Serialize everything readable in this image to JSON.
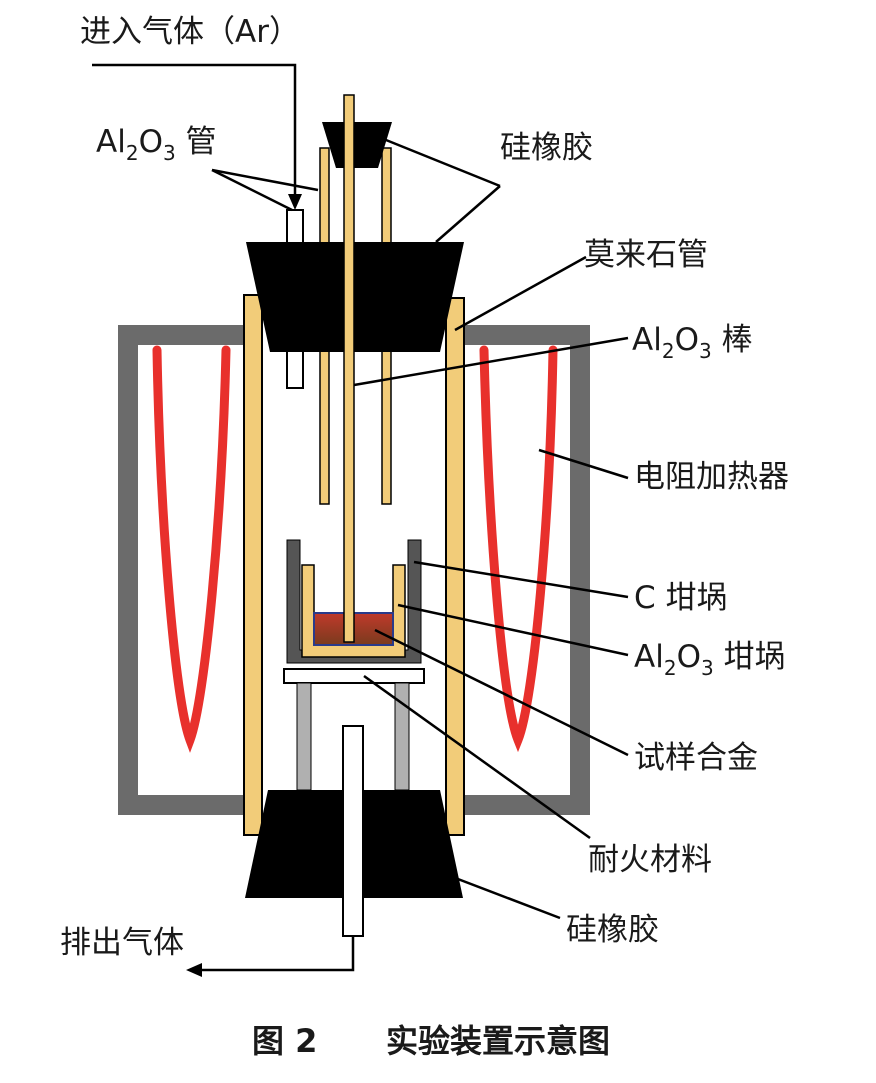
{
  "labels": {
    "gas_in": "进入气体（Ar）",
    "al2o3_tube": {
      "pre": "Al",
      "s1": "2",
      "mid": "O",
      "s2": "3",
      "post": " 管"
    },
    "silicone_top": "硅橡胶",
    "mullite_tube": "莫来石管",
    "al2o3_rod": {
      "pre": "Al",
      "s1": "2",
      "mid": "O",
      "s2": "3",
      "post": " 棒"
    },
    "heater": "电阻加热器",
    "c_crucible": "C 坩埚",
    "al2o3_crucible": {
      "pre": "Al",
      "s1": "2",
      "mid": "O",
      "s2": "3",
      "post": " 坩埚"
    },
    "sample_alloy": "试样合金",
    "refractory": "耐火材料",
    "silicone_bottom": "硅橡胶",
    "gas_out": "排出气体"
  },
  "caption": {
    "figure_no": "图 2",
    "title": "实验装置示意图"
  },
  "colors": {
    "mullite": "#f2cc79",
    "rubber": "#000000",
    "frame": "#6b6b6b",
    "heater": "#e8302c",
    "crucible_c": "#555555",
    "alloy_top": "#c0392b",
    "alloy_bottom": "#7a3b1e",
    "support": "#b0b0b0"
  }
}
